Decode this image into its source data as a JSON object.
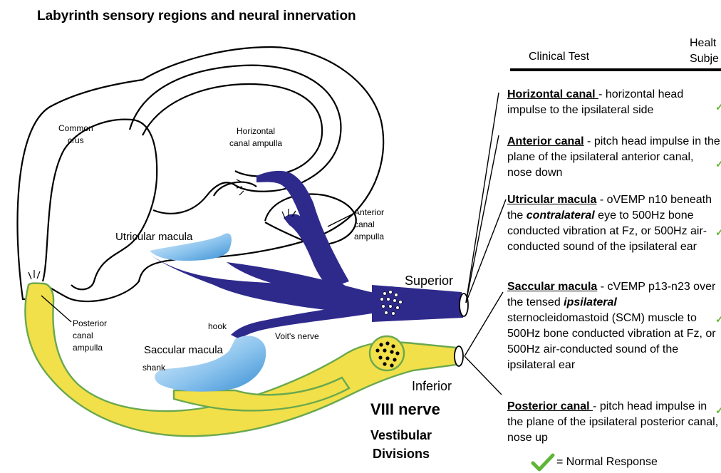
{
  "title": "Labyrinth sensory regions and neural innervation",
  "labels": {
    "common_crus": "Common\ncrus",
    "horizontal_ampulla": "Horizontal\ncanal ampulla",
    "anterior_ampulla": "Anterior\ncanal\nampulla",
    "utricular_macula": "Utricular macula",
    "posterior_ampulla": "Posterior\ncanal\nampulla",
    "hook": "hook",
    "voits_nerve": "Voit's nerve",
    "saccular_macula": "Saccular macula",
    "shank": "shank",
    "superior": "Superior",
    "inferior": "Inferior",
    "viii_nerve": "VIII nerve",
    "vestibular_divisions": "Vestibular\nDivisions"
  },
  "table": {
    "col_clinical_test": "Clinical Test",
    "col_healthy_subject": "Healt\nSubje"
  },
  "tests": [
    {
      "name": "Horizontal canal ",
      "sep": "- ",
      "desc": "horizontal head impulse to the ipsilateral side"
    },
    {
      "name": "Anterior canal",
      "sep": " - ",
      "desc": "pitch head impulse in the plane of the ipsilateral anterior canal, nose down"
    },
    {
      "name": "Utricular macula",
      "sep": " -  ",
      "desc_pre": "oVEMP n10 beneath the ",
      "desc_em": "contralateral",
      "desc_post": " eye  to 500Hz bone conducted vibration at Fz, or 500Hz air-conducted sound of the ipsilateral ear"
    },
    {
      "name": "Saccular macula",
      "sep": " - ",
      "desc_pre": "cVEMP  p13-n23 over the tensed ",
      "desc_em": "ipsilateral",
      "desc_post": " sternocleidomastoid (SCM) muscle to 500Hz bone conducted vibration at Fz, or 500Hz air-conducted sound of the ipsilateral ear"
    },
    {
      "name": "Posterior canal ",
      "sep": "-  ",
      "desc": "pitch head impulse in the plane of the ipsilateral posterior canal, nose up"
    }
  ],
  "legend": {
    "icon": "check-icon",
    "text": "= Normal Response"
  },
  "colors": {
    "superior_nerve": "#2e2a8c",
    "inferior_nerve": "#f1e049",
    "nerve_outline": "#6aa84f",
    "macula": "#7fb8e6",
    "check": "#5fb636"
  }
}
